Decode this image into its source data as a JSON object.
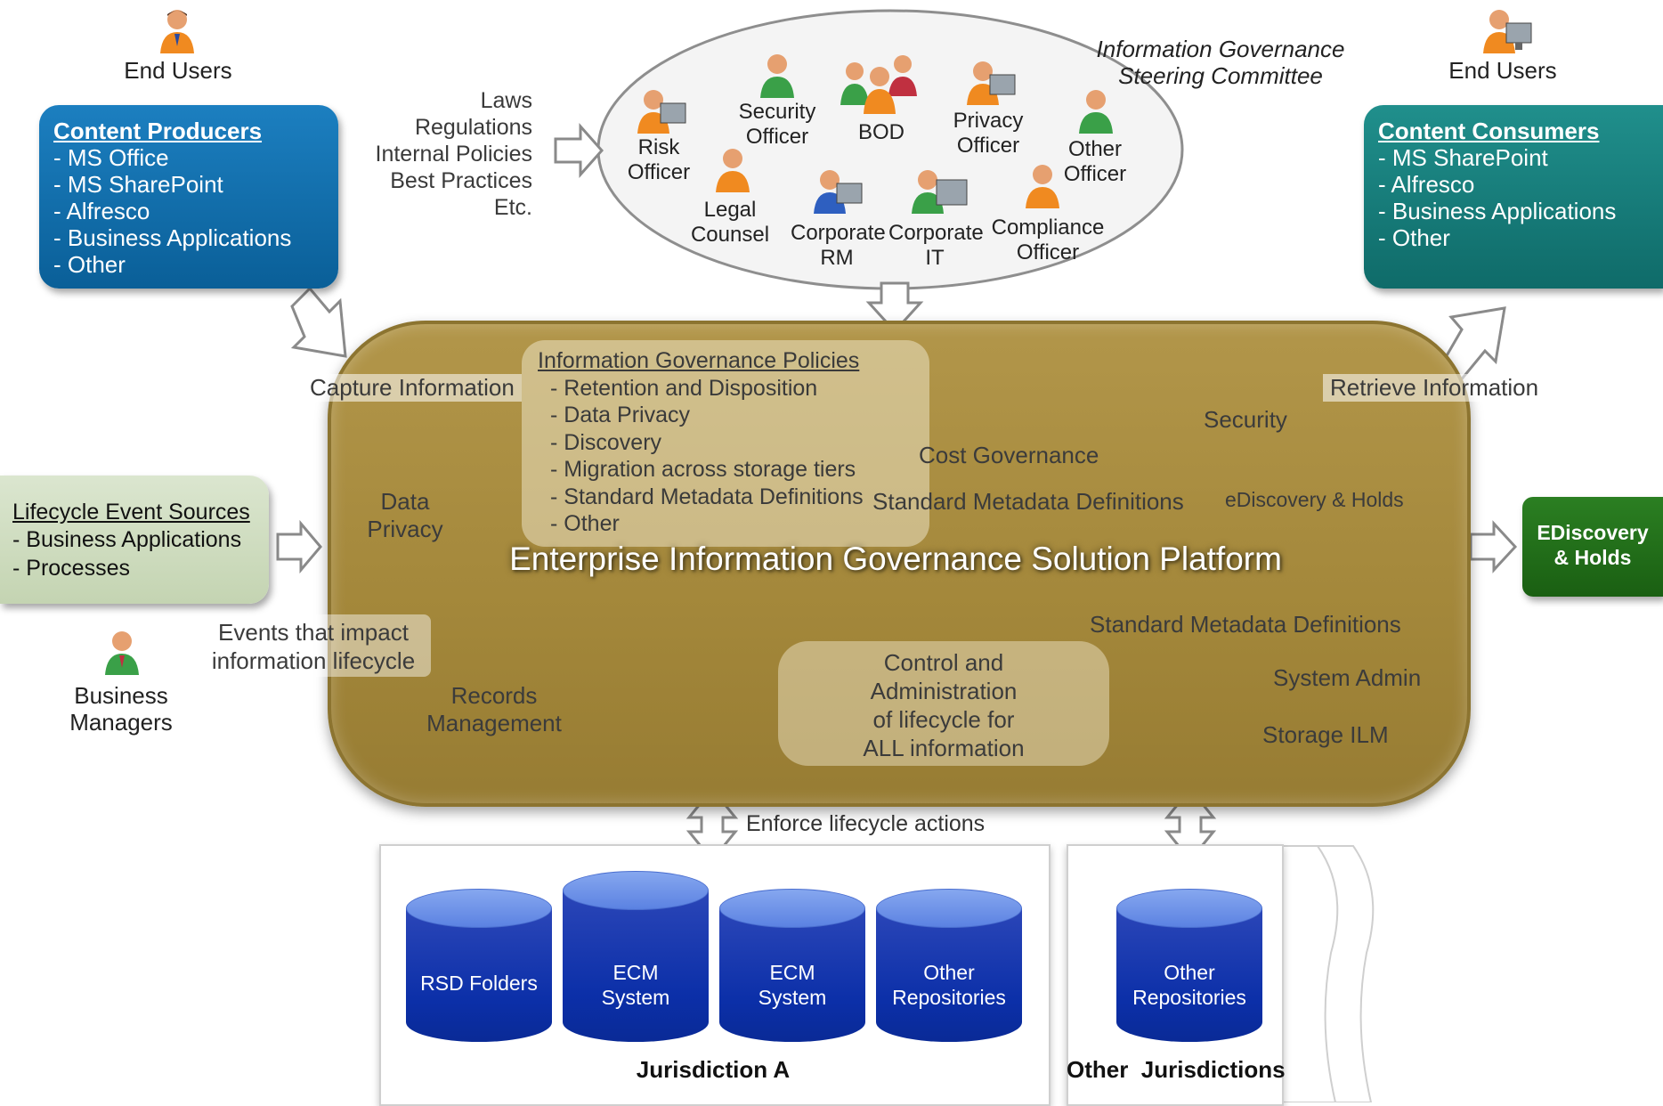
{
  "end_users_left": "End Users",
  "end_users_right": "End Users",
  "content_producers": {
    "title": "Content Producers",
    "items": [
      "MS Office",
      "MS SharePoint",
      "Alfresco",
      "Business Applications",
      "Other"
    ],
    "color": "#0b6aa8"
  },
  "content_consumers": {
    "title": "Content Consumers",
    "items": [
      "MS SharePoint",
      "Alfresco",
      "Business Applications",
      "Other"
    ],
    "color": "#157a78"
  },
  "inputs": [
    "Laws",
    "Regulations",
    "Internal Policies",
    "Best Practices",
    "Etc."
  ],
  "committee": {
    "title_line1": "Information Governance",
    "title_line2": "Steering Committee",
    "risk_officer": [
      "Risk",
      "Officer"
    ],
    "security_officer": [
      "Security",
      "Officer"
    ],
    "bod": "BOD",
    "privacy_officer": [
      "Privacy",
      "Officer"
    ],
    "other_officer": [
      "Other",
      "Officer"
    ],
    "legal_counsel": [
      "Legal",
      "Counsel"
    ],
    "corporate_rm": [
      "Corporate",
      "RM"
    ],
    "corporate_it": [
      "Corporate",
      "IT"
    ],
    "compliance_officer": [
      "Compliance",
      "Officer"
    ]
  },
  "lifecycle_sources": {
    "title": "Lifecycle Event Sources",
    "items": [
      "Business Applications",
      "Processes"
    ],
    "color": "#cfdcc0"
  },
  "business_managers": [
    "Business",
    "Managers"
  ],
  "ediscovery_box": [
    "EDiscovery",
    "& Holds"
  ],
  "flows": {
    "capture": "Capture Information",
    "retrieve": "Retrieve Information",
    "events": [
      "Events that impact",
      "information lifecycle"
    ],
    "enforce": "Enforce lifecycle actions"
  },
  "platform": {
    "title": "Enterprise Information Governance Solution Platform",
    "policies_title": "Information Governance Policies",
    "policies": [
      "Retention and Disposition",
      "Data Privacy",
      "Discovery",
      "Migration across storage tiers",
      "Standard Metadata Definitions",
      "Other"
    ],
    "data_privacy": [
      "Data",
      "Privacy"
    ],
    "security": "Security",
    "cost_governance": "Cost Governance",
    "std_meta_1": "Standard Metadata Definitions",
    "ediscovery_holds": "eDiscovery & Holds",
    "std_meta_2": "Standard Metadata Definitions",
    "control": [
      "Control and",
      "Administration",
      "of lifecycle for",
      "ALL information"
    ],
    "system_admin": "System Admin",
    "storage_ilm": "Storage ILM",
    "records_mgmt": [
      "Records",
      "Management"
    ],
    "color": "#a98c3e"
  },
  "jurisdiction_a": {
    "label": "Jurisdiction A",
    "repos": [
      [
        "RSD Folders"
      ],
      [
        "ECM",
        "System"
      ],
      [
        "ECM",
        "System"
      ],
      [
        "Other",
        "Repositories"
      ]
    ]
  },
  "other_jurisdictions": {
    "label": "Other  Jurisdictions",
    "repos": [
      [
        "Other",
        "Repositories"
      ]
    ]
  }
}
